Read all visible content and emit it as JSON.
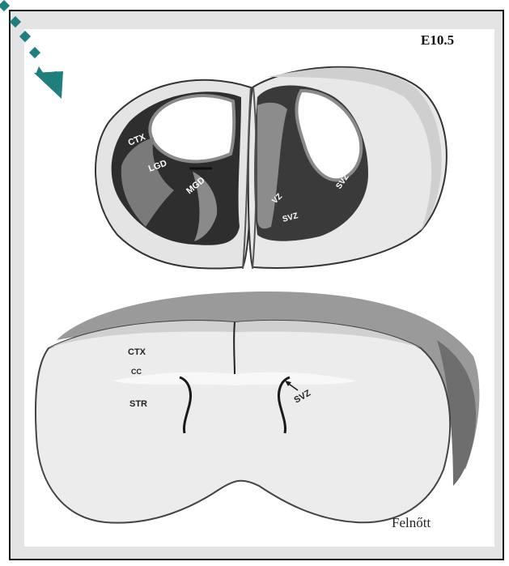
{
  "figure": {
    "stage_embryo": "E10.5",
    "stage_adult": "Felnőtt"
  },
  "embryo_labels": {
    "ctx": "CTX",
    "lgd": "LGD",
    "mgd": "MGD",
    "vz": "VZ",
    "svz_left": "SVZ",
    "svz_right": "SVZ"
  },
  "adult_labels": {
    "ctx": "CTX",
    "cc": "CC",
    "str": "STR",
    "svz": "SVZ"
  },
  "colors": {
    "frame_border": "#1a1a1a",
    "frame_bg": "#e4e4e4",
    "arrow": "#1f7f7f",
    "dark_tissue": "#2a2a2a",
    "mid_tissue": "#9a9a9a",
    "light_tissue": "#e8e8e8"
  }
}
